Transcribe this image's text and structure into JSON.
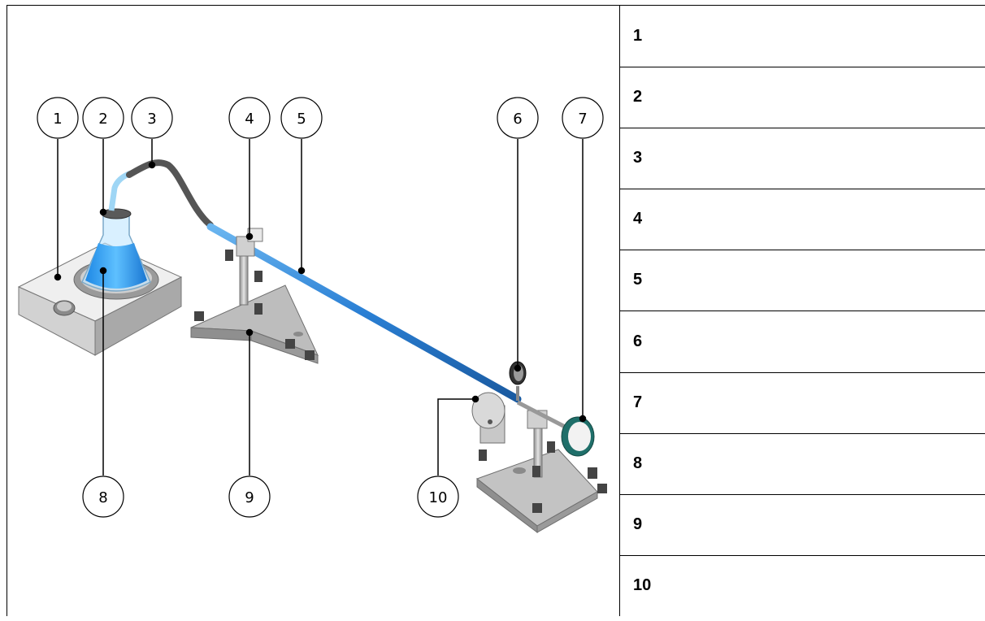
{
  "callouts": [
    "1",
    "2",
    "3",
    "4",
    "5",
    "6",
    "7",
    "8",
    "9",
    "10"
  ],
  "legend": {
    "rows": [
      {
        "number": "1",
        "description": ""
      },
      {
        "number": "2",
        "description": ""
      },
      {
        "number": "3",
        "description": ""
      },
      {
        "number": "4",
        "description": ""
      },
      {
        "number": "5",
        "description": ""
      },
      {
        "number": "6",
        "description": ""
      },
      {
        "number": "7",
        "description": ""
      },
      {
        "number": "8",
        "description": ""
      },
      {
        "number": "9",
        "description": ""
      },
      {
        "number": "10",
        "description": ""
      }
    ]
  },
  "colors": {
    "tube": "#2a7fd4",
    "hose": "#555555",
    "liquid": "#3aa0e8",
    "stand": "#b8b8b8",
    "hotplate": "#d9d9d9",
    "gauge_ring": "#1f6f6a"
  }
}
